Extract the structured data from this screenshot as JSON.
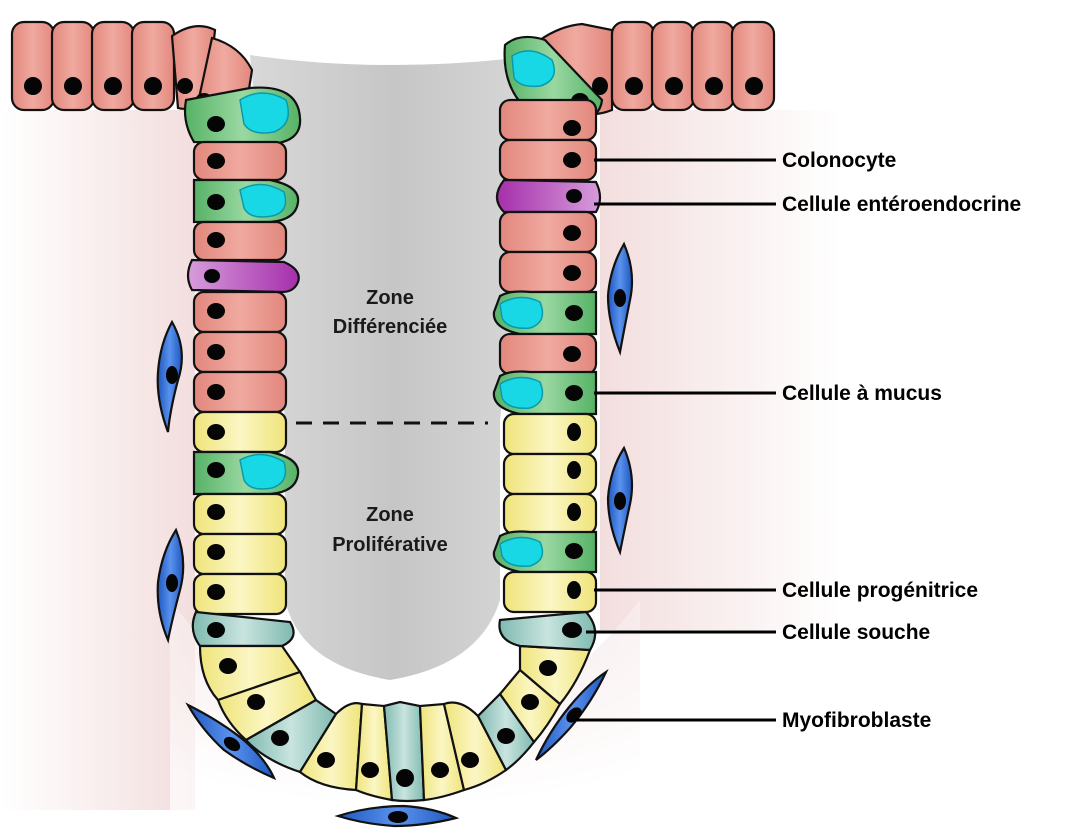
{
  "zones": {
    "differentiated": [
      "Zone",
      "Différenciée"
    ],
    "proliferative": [
      "Zone",
      "Proliférative"
    ]
  },
  "labels": {
    "colonocyte": "Colonocyte",
    "enteroendocrine": "Cellule entéroendocrine",
    "mucus": "Cellule à mucus",
    "progenitor": "Cellule progénitrice",
    "stem": "Cellule souche",
    "myofibroblast": "Myofibroblaste"
  },
  "colors": {
    "colonocyte": "#e8958a",
    "goblet": "#6dc07a",
    "mucus_vacuole": "#19d8e6",
    "enteroendocrine": "#b43fb8",
    "progenitor": "#f2e98a",
    "stem": "#8fc4bc",
    "myofibroblast": "#2f6fd6",
    "lumen": "#c8c8c8"
  }
}
